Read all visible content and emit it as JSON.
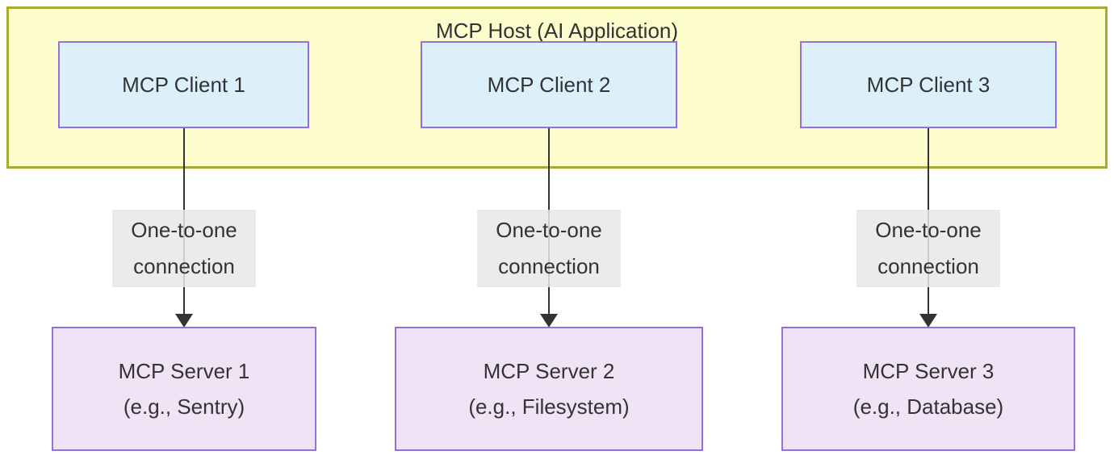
{
  "diagram": {
    "host": {
      "title": "MCP Host (AI Application)"
    },
    "clients": [
      {
        "label": "MCP Client 1"
      },
      {
        "label": "MCP Client 2"
      },
      {
        "label": "MCP Client 3"
      }
    ],
    "connections": [
      {
        "line1": "One-to-one",
        "line2": "connection"
      },
      {
        "line1": "One-to-one",
        "line2": "connection"
      },
      {
        "line1": "One-to-one",
        "line2": "connection"
      }
    ],
    "servers": [
      {
        "name": "MCP Server 1",
        "example": "(e.g., Sentry)"
      },
      {
        "name": "MCP Server 2",
        "example": "(e.g., Filesystem)"
      },
      {
        "name": "MCP Server 3",
        "example": "(e.g., Database)"
      }
    ],
    "colors": {
      "host_fill": "#fcfccd",
      "host_border": "#aaaa33",
      "client_fill": "#dcf0fc",
      "client_border": "#9370db",
      "server_fill": "#f0e3f6",
      "server_border": "#9370db",
      "edge_label_bg": "#e8e8e8",
      "arrow": "#333333",
      "text": "#333333"
    }
  }
}
